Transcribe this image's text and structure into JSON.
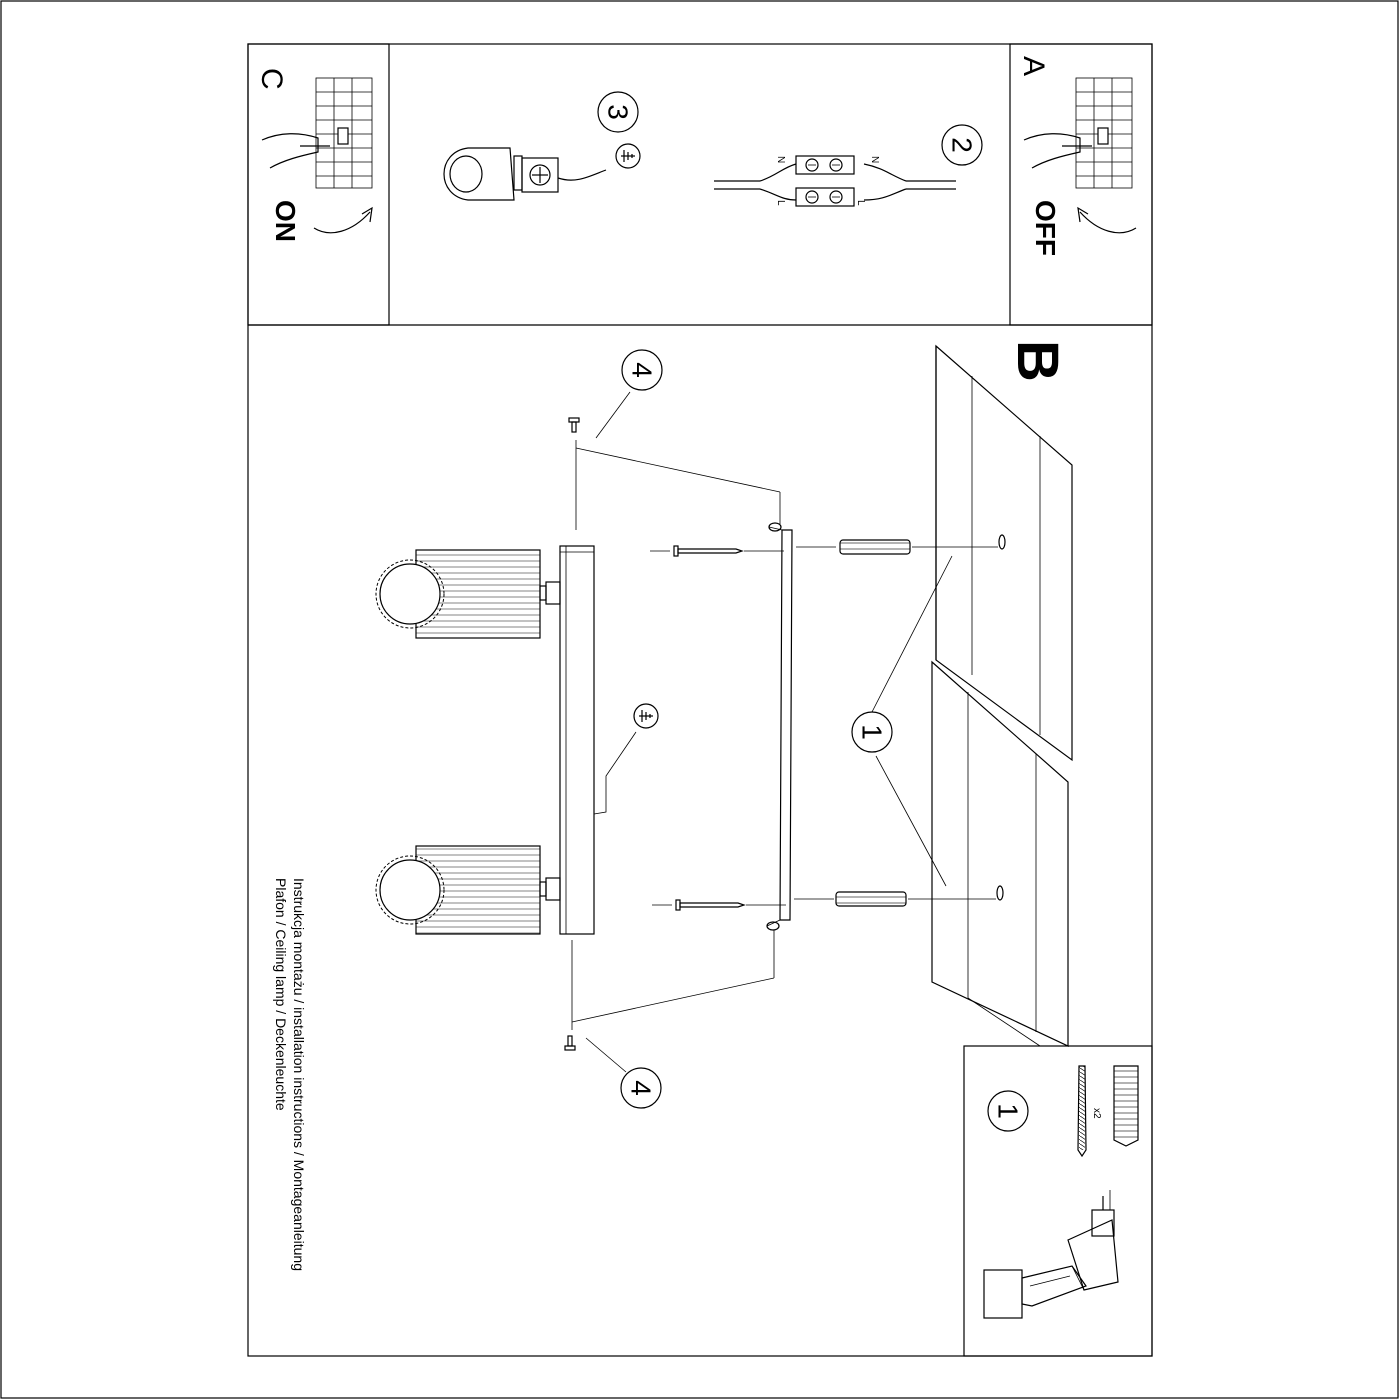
{
  "panels": {
    "a": {
      "letter": "A",
      "switch_label": "OFF"
    },
    "b": {
      "letter": "B"
    },
    "c": {
      "letter": "C",
      "switch_label": "ON"
    }
  },
  "steps": {
    "s1_main": "1",
    "s1_parts": "1",
    "s2": "2",
    "s3": "3",
    "s4_top": "4",
    "s4_bottom": "4"
  },
  "parts": {
    "quantity": "x2"
  },
  "wiring": {
    "n_left": "N",
    "n_right": "N",
    "l_left": "L",
    "l_right": "L"
  },
  "caption": {
    "line1": "Instrukcja montażu / installation instructions / Montageanleitung",
    "line2": "Plafon / Ceiling lamp / Deckenleuchte"
  }
}
